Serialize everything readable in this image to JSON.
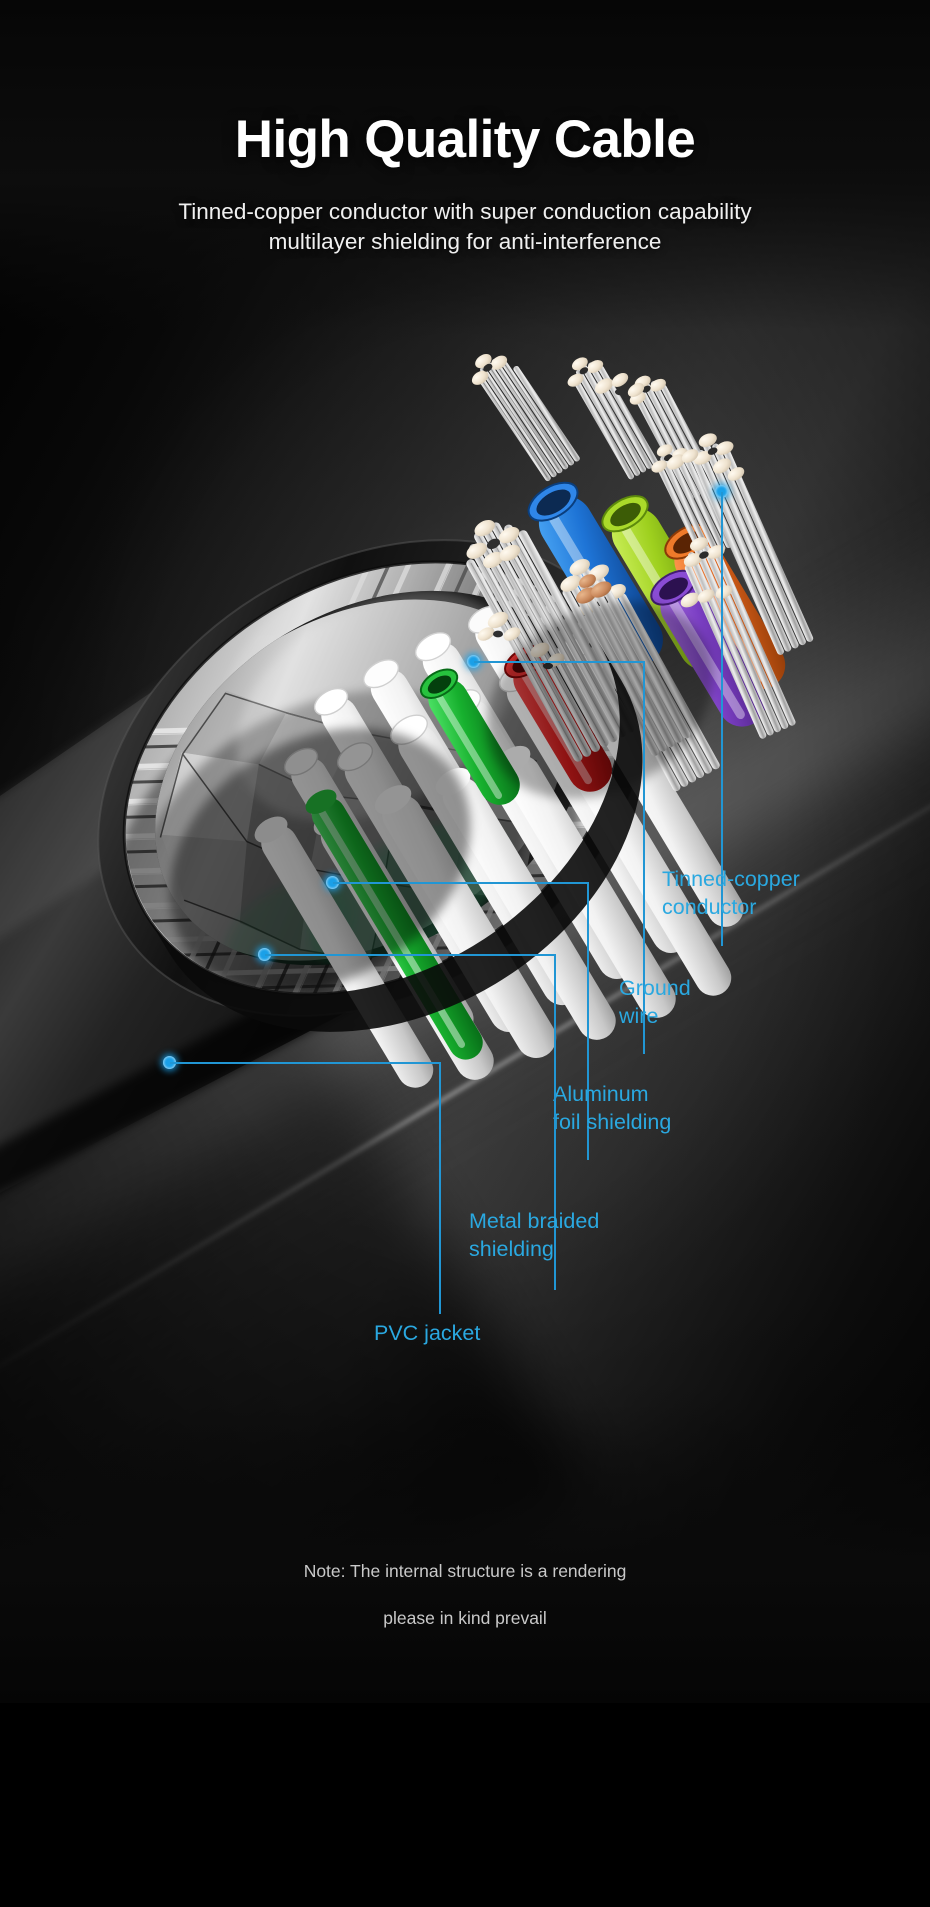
{
  "header": {
    "title": "High Quality Cable",
    "subtitle_line1": "Tinned-copper conductor with super conduction capability",
    "subtitle_line2": "multilayer shielding for anti-interference"
  },
  "colors": {
    "accent": "#2aa8e0",
    "leader_line": "#2196d4",
    "dot": "#1aa0e8",
    "background_dark": "#0a0a0a",
    "background_mid": "#3a3a3a",
    "title_text": "#ffffff",
    "subtitle_text": "#f0f0f0",
    "footer_text": "#c9c9c9"
  },
  "callouts": [
    {
      "id": "tinned-copper-conductor",
      "label": "Tinned-copper\nconductor"
    },
    {
      "id": "ground-wire",
      "label": "Ground\nwire"
    },
    {
      "id": "aluminum-foil-shielding",
      "label": "Aluminum\nfoil shielding"
    },
    {
      "id": "metal-braided-shielding",
      "label": "Metal braided\nshielding"
    },
    {
      "id": "pvc-jacket",
      "label": "PVC jacket"
    }
  ],
  "footer": {
    "note_line1": "Note: The internal structure is a rendering",
    "note_line2": "please in kind prevail"
  },
  "cable_layers": {
    "jacket": "PVC jacket",
    "braid": "Metal braided shielding",
    "foil": "Aluminum foil shielding",
    "ground": "Ground wire",
    "conductor": "Tinned-copper conductor"
  },
  "wire_colors": {
    "blue": "#1e74d6",
    "lime": "#9ed01e",
    "orange": "#e2641c",
    "purple": "#7b3fc4",
    "red": "#cc1a1a",
    "green": "#17b02e",
    "white": "#f4f4f4",
    "copper": "#c98a5e",
    "silver": "#d8d8d8"
  }
}
